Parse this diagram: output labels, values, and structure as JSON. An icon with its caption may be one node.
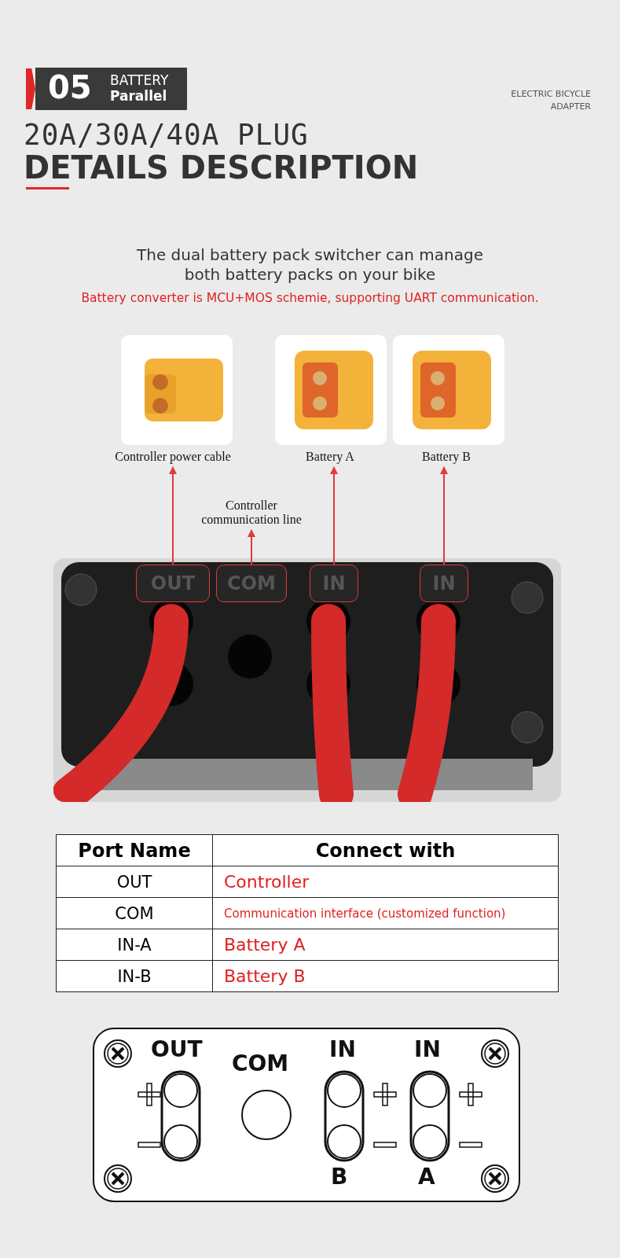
{
  "diagram": {
    "nodes": [
      {
        "text": [
          "Controller power cable"
        ]
      },
      {
        "text": [
          "Battery A"
        ]
      },
      {
        "text": [
          "Battery B"
        ]
      },
      {
        "text": [
          "Controller communication line"
        ]
      },
      {
        "text": [],
        "shape": "picture"
      },
      {
        "text": [
          "OUT"
        ],
        "in": 4
      },
      {
        "text": [
          "COM"
        ],
        "in": 4
      },
      {
        "text": [
          "IN"
        ],
        "in": 4
      },
      {
        "text": [
          "IN"
        ],
        "in": 4
      }
    ],
    "edges": [
      {
        "from": 5,
        "to": 0,
        "arrow": "to"
      },
      {
        "from": 6,
        "to": 3,
        "arrow": "to"
      },
      {
        "from": 7,
        "to": 1,
        "arrow": "to"
      },
      {
        "from": 8,
        "to": 2,
        "arrow": "to"
      }
    ],
    "labels": [
      "05",
      "BATTERY",
      "Parallel",
      "ELECTRIC BICYCLE ADAPTER",
      "20A/30A/40A PLUG",
      "DETAILS DESCRIPTION",
      "The dual battery pack switcher can manage both battery packs on your bike",
      "Battery converter is MCU+MOS schemie, supporting UART communication.",
      "Port  Name",
      "Connect with",
      "OUT",
      "Controller",
      "COM",
      "Communication interface (customized function)",
      "IN-A",
      "Battery A",
      "IN-B",
      "Battery B",
      "OUT",
      "COM",
      "IN",
      "IN",
      "B",
      "A"
    ]
  }
}
